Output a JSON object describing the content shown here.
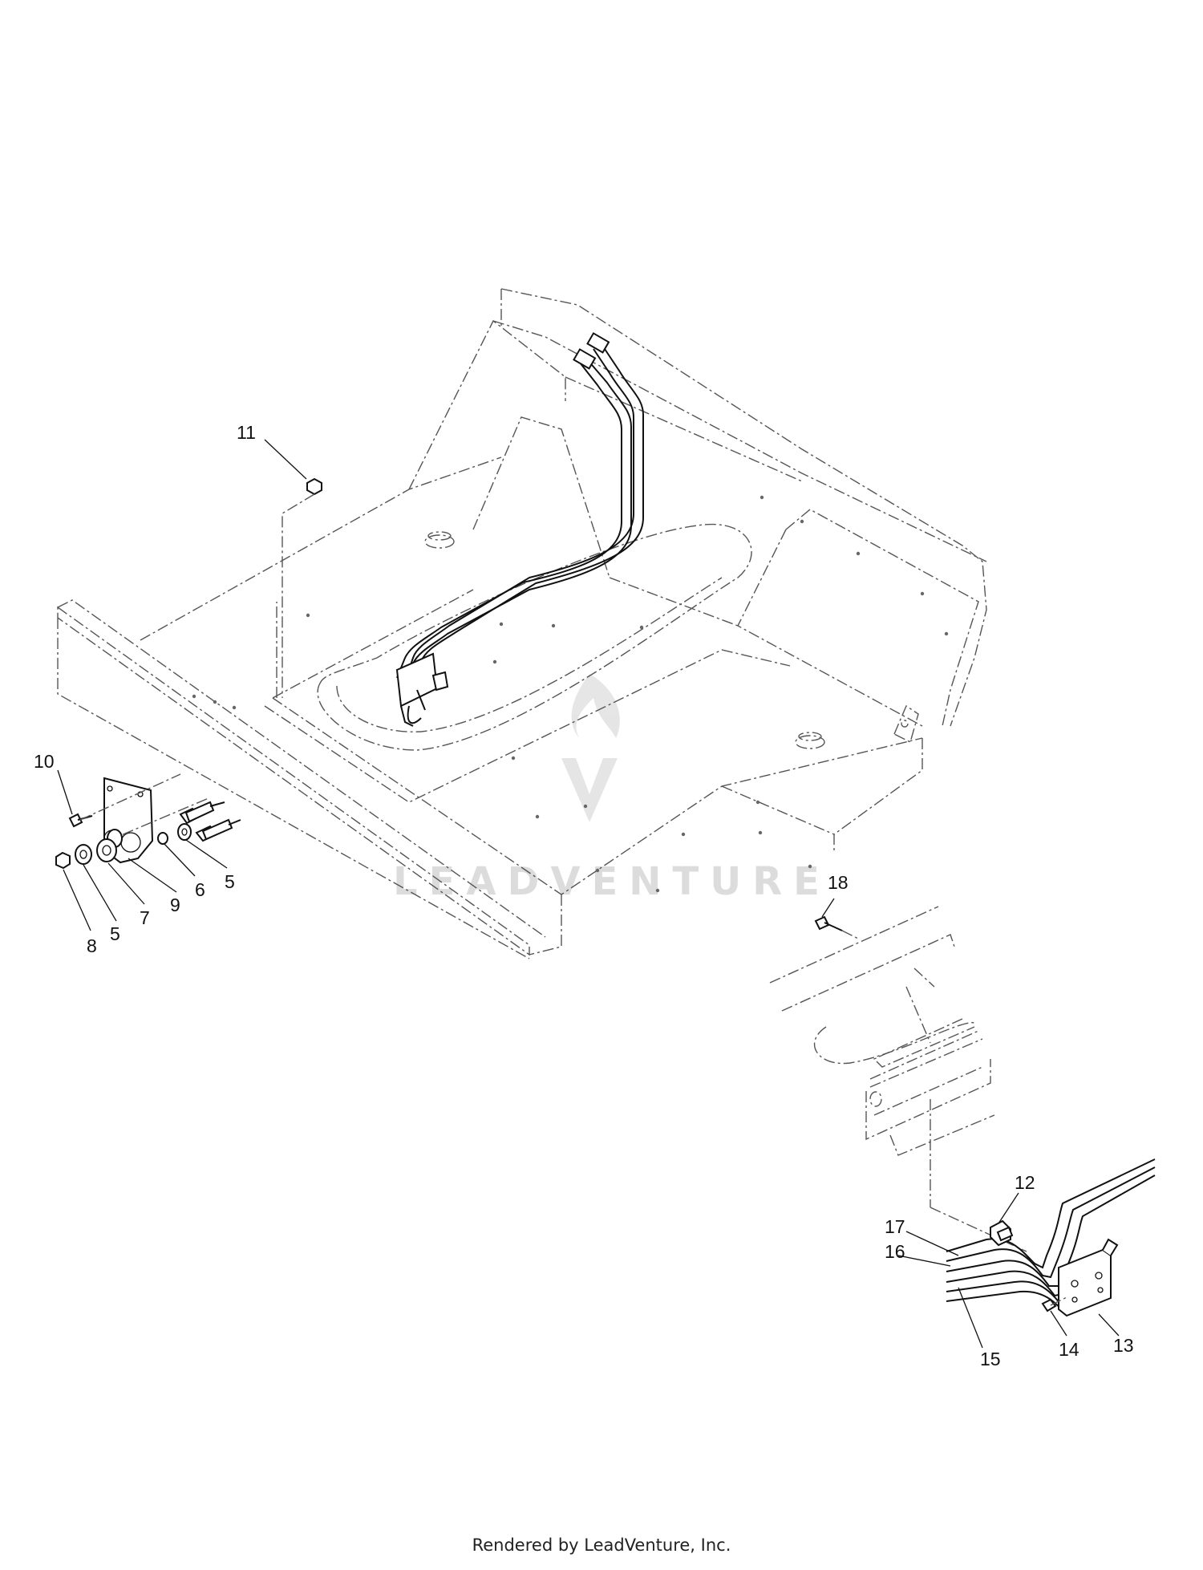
{
  "diagram": {
    "callouts": [
      "5",
      "5",
      "6",
      "7",
      "8",
      "9",
      "10",
      "11",
      "12",
      "13",
      "14",
      "15",
      "16",
      "17",
      "18"
    ]
  },
  "watermark": {
    "text": "LEADVENTURE"
  },
  "footer": {
    "text": "Rendered by LeadVenture, Inc."
  },
  "colors": {
    "linework": "#111111",
    "phantom": "#555555",
    "watermark": "#d9d9d9"
  }
}
